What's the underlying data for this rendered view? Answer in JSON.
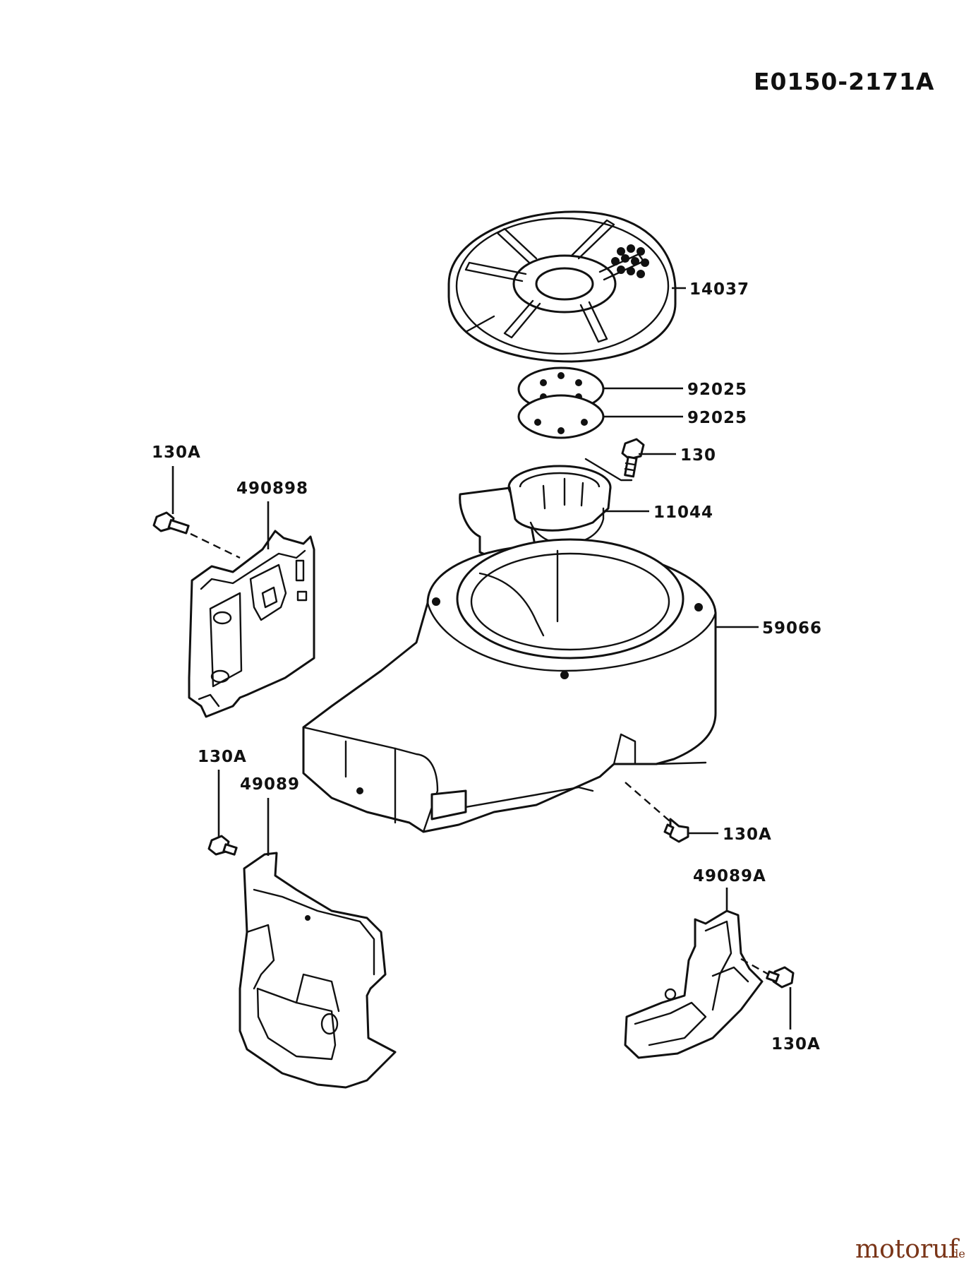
{
  "diagram_code": "E0150-2171A",
  "part_labels": {
    "p14037": "14037",
    "p92025a": "92025",
    "p92025b": "92025",
    "p130": "130",
    "p11044": "11044",
    "p59066": "59066",
    "p130a_top": "130A",
    "p490898": "490898",
    "p130a_mid": "130A",
    "p49089": "49089",
    "p130a_right": "130A",
    "p49089a": "49089A",
    "p130a_bottom": "130A"
  },
  "watermark": {
    "brand": "motoruf",
    "suffix": ".de"
  }
}
